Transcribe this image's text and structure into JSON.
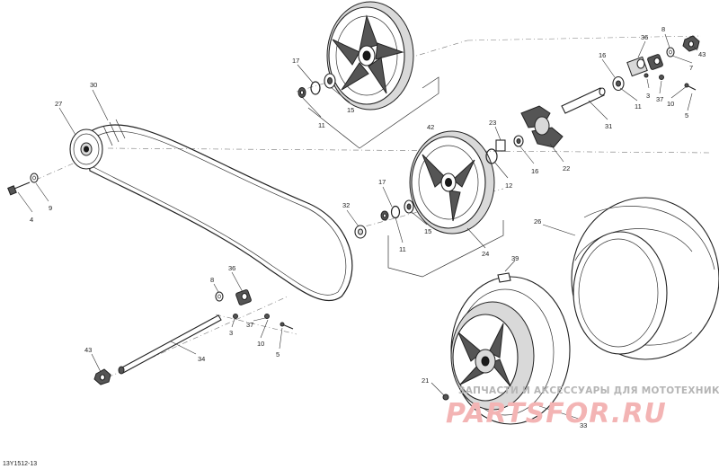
{
  "diagram": {
    "reference_code": "13Y1512-13",
    "callouts": {
      "c30": "30",
      "c27": "27",
      "c4a": "4",
      "c9": "9",
      "c17a": "17",
      "c11a": "11",
      "c15a": "15",
      "c42": "42",
      "c23": "23",
      "c12": "12",
      "c16a": "16",
      "c22": "22",
      "c31": "31",
      "c16b": "16",
      "c11b": "11",
      "c3a": "3",
      "c36a": "36",
      "c8a": "8",
      "c43a": "43",
      "c7": "7",
      "c37a": "37",
      "c10a": "10",
      "c5a": "5",
      "c32": "32",
      "c17b": "17",
      "c11c": "11",
      "c15b": "15",
      "c24": "24",
      "c26": "26",
      "c39": "39",
      "c8b": "8",
      "c36b": "36",
      "c3b": "3",
      "c37b": "37",
      "c10b": "10",
      "c5b": "5",
      "c43b": "43",
      "c34": "34",
      "c21": "21",
      "c33": "33"
    }
  },
  "watermark": {
    "caption": "ЗАПЧАСТИ И АКСЕССУАРЫ ДЛЯ МОТОТЕХНИКИ",
    "brand": "PARTSFOR.RU"
  }
}
